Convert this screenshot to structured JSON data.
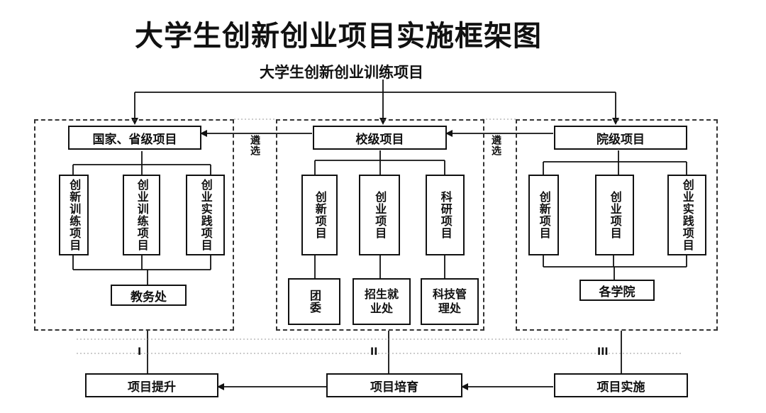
{
  "title": "大学生创新创业项目实施框架图",
  "root": "大学生创新创业训练项目",
  "select_label": "遴选",
  "levels": {
    "national": {
      "label": "国家、省级项目",
      "projects": [
        "创新训练项目",
        "创业训练项目",
        "创业实践项目"
      ],
      "dept": "教务处"
    },
    "school": {
      "label": "校级项目",
      "projects": [
        "创新项目",
        "创业项目",
        "科研项目"
      ],
      "depts": [
        "团委",
        "招生就业处",
        "科技管理处"
      ]
    },
    "college": {
      "label": "院级项目",
      "projects": [
        "创新项目",
        "创业项目",
        "创业实践项目"
      ],
      "dept": "各学院"
    }
  },
  "stages": {
    "numerals": [
      "I",
      "II",
      "III"
    ],
    "labels": [
      "项目提升",
      "项目培育",
      "项目实施"
    ]
  }
}
